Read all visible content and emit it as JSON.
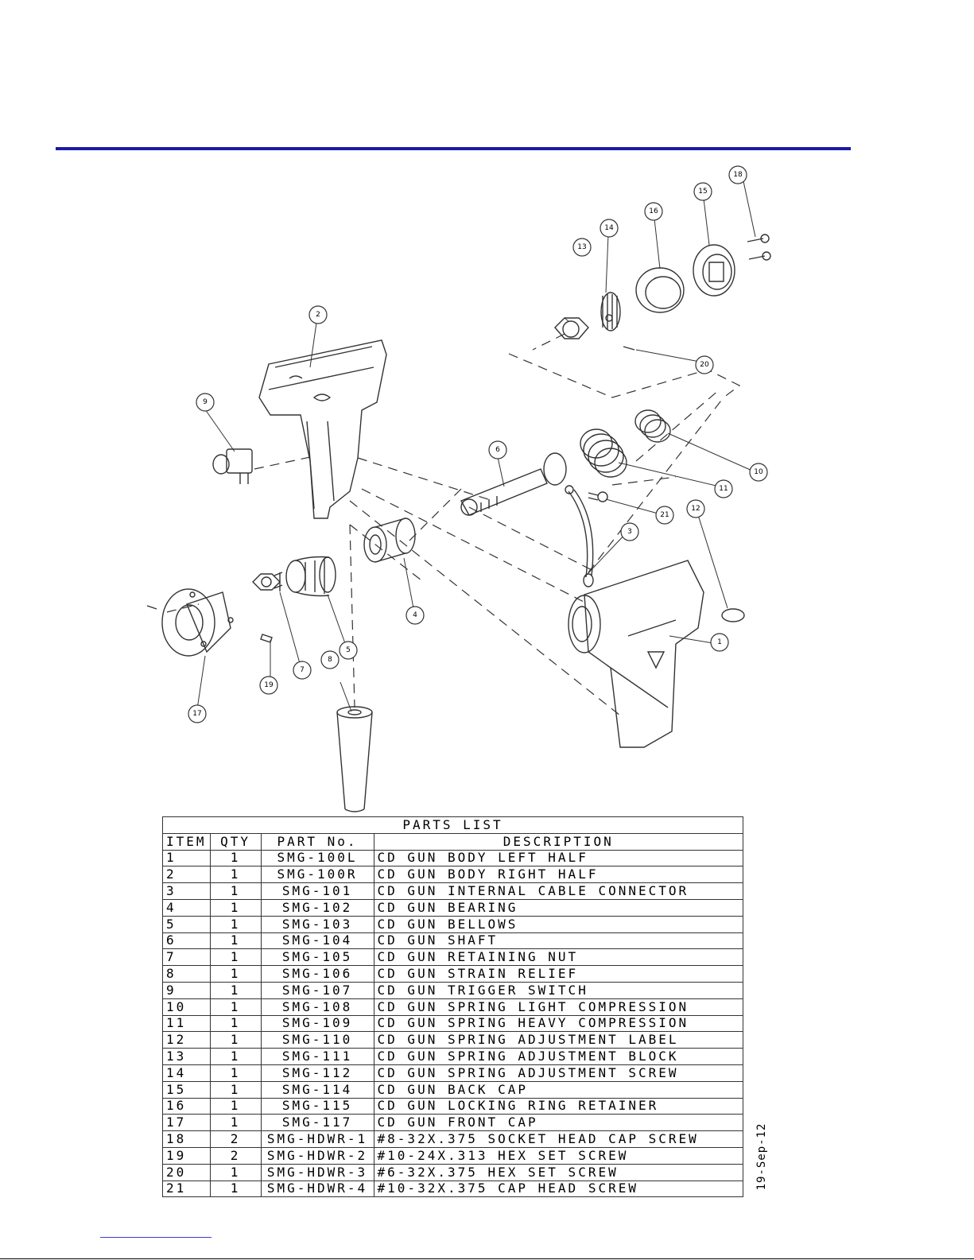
{
  "parts_list": {
    "title": "PARTS LIST",
    "headers": {
      "item": "ITEM",
      "qty": "QTY",
      "part": "PART No.",
      "description": "DESCRIPTION"
    },
    "rows": [
      {
        "item": "1",
        "qty": "1",
        "part": "SMG-100L",
        "description": "CD GUN BODY LEFT HALF"
      },
      {
        "item": "2",
        "qty": "1",
        "part": "SMG-100R",
        "description": "CD GUN BODY RIGHT HALF"
      },
      {
        "item": "3",
        "qty": "1",
        "part": "SMG-101",
        "description": "CD GUN INTERNAL CABLE CONNECTOR"
      },
      {
        "item": "4",
        "qty": "1",
        "part": "SMG-102",
        "description": "CD GUN BEARING"
      },
      {
        "item": "5",
        "qty": "1",
        "part": "SMG-103",
        "description": "CD GUN BELLOWS"
      },
      {
        "item": "6",
        "qty": "1",
        "part": "SMG-104",
        "description": "CD GUN SHAFT"
      },
      {
        "item": "7",
        "qty": "1",
        "part": "SMG-105",
        "description": "CD GUN RETAINING NUT"
      },
      {
        "item": "8",
        "qty": "1",
        "part": "SMG-106",
        "description": "CD GUN STRAIN RELIEF"
      },
      {
        "item": "9",
        "qty": "1",
        "part": "SMG-107",
        "description": "CD GUN TRIGGER SWITCH"
      },
      {
        "item": "10",
        "qty": "1",
        "part": "SMG-108",
        "description": "CD GUN SPRING LIGHT COMPRESSION"
      },
      {
        "item": "11",
        "qty": "1",
        "part": "SMG-109",
        "description": "CD GUN SPRING HEAVY COMPRESSION"
      },
      {
        "item": "12",
        "qty": "1",
        "part": "SMG-110",
        "description": "CD GUN SPRING ADJUSTMENT LABEL"
      },
      {
        "item": "13",
        "qty": "1",
        "part": "SMG-111",
        "description": "CD GUN SPRING ADJUSTMENT BLOCK"
      },
      {
        "item": "14",
        "qty": "1",
        "part": "SMG-112",
        "description": "CD GUN SPRING ADJUSTMENT SCREW"
      },
      {
        "item": "15",
        "qty": "1",
        "part": "SMG-114",
        "description": "CD GUN BACK CAP"
      },
      {
        "item": "16",
        "qty": "1",
        "part": "SMG-115",
        "description": "CD GUN LOCKING RING RETAINER"
      },
      {
        "item": "17",
        "qty": "1",
        "part": "SMG-117",
        "description": "CD GUN FRONT CAP"
      },
      {
        "item": "18",
        "qty": "2",
        "part": "SMG-HDWR-1",
        "description": "#8-32X.375 SOCKET HEAD CAP SCREW"
      },
      {
        "item": "19",
        "qty": "2",
        "part": "SMG-HDWR-2",
        "description": "#10-24X.313 HEX SET SCREW"
      },
      {
        "item": "20",
        "qty": "1",
        "part": "SMG-HDWR-3",
        "description": "#6-32X.375 HEX SET SCREW"
      },
      {
        "item": "21",
        "qty": "1",
        "part": "SMG-HDWR-4",
        "description": "#10-32X.375 CAP HEAD SCREW"
      }
    ]
  },
  "drawing": {
    "balloons": [
      "1",
      "2",
      "3",
      "4",
      "5",
      "6",
      "7",
      "8",
      "9",
      "10",
      "11",
      "12",
      "13",
      "14",
      "15",
      "16",
      "17",
      "18",
      "19",
      "20",
      "21"
    ]
  },
  "revision_date": "19-Sep-12",
  "colors": {
    "rule": "#1a1aa6",
    "line": "#333333"
  }
}
